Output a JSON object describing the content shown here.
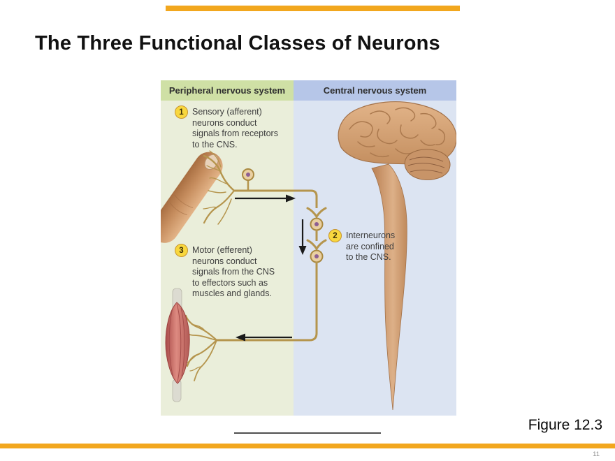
{
  "slide": {
    "title": "The Three Functional Classes of Neurons",
    "figure_label": "Figure 12.3",
    "page_number": "11"
  },
  "panel": {
    "pns_header": "Peripheral nervous system",
    "cns_header": "Central nervous system"
  },
  "callouts": {
    "sensory": {
      "number": "1",
      "lines": [
        "Sensory (afferent)",
        "neurons conduct",
        "signals from receptors",
        "to the CNS."
      ]
    },
    "interneuron": {
      "number": "2",
      "lines": [
        "Interneurons",
        "are confined",
        "to the CNS."
      ]
    },
    "motor": {
      "number": "3",
      "lines": [
        "Motor (efferent)",
        "neurons conduct",
        "signals from the CNS",
        "to effectors such as",
        "muscles and glands."
      ]
    }
  },
  "diagram": {
    "illustrations": [
      "finger-with-sensory-receptors",
      "sensory-neuron",
      "interneurons",
      "motor-neuron",
      "skeletal-muscle",
      "brain-and-spinal-cord"
    ],
    "signal_arrows": [
      "right",
      "down",
      "left"
    ]
  },
  "colors": {
    "accent_bar": "#F2A71E",
    "pns_header_bg": "#cfe0a5",
    "cns_header_bg": "#b6c6e8",
    "pns_body_bg": "#eaeeda",
    "cns_body_bg": "#dce4f2",
    "badge_fill": "#f8d73e",
    "badge_border": "#c79430",
    "axon": "#b5954d",
    "muscle_red": "#c96a66",
    "brain_tan": "#d4a276",
    "skin": "#c68d5e"
  }
}
